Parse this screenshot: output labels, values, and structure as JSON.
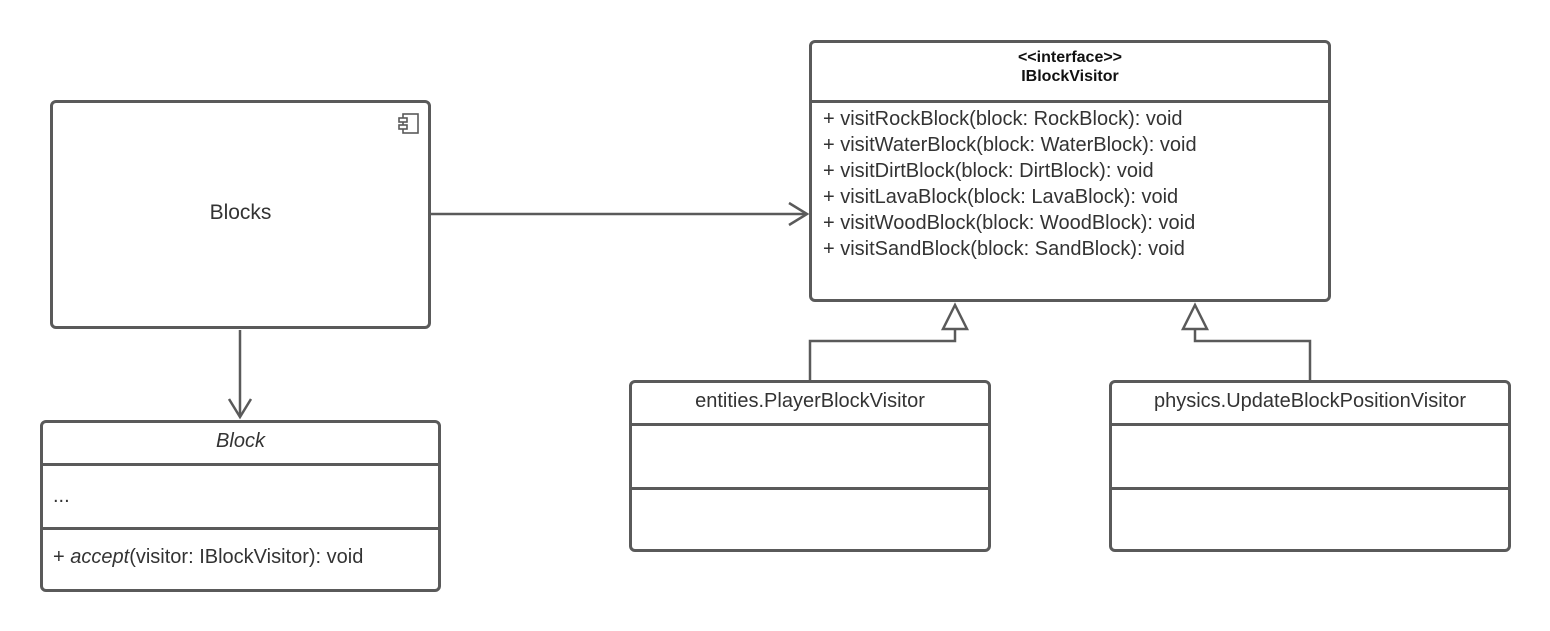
{
  "component": {
    "label": "Blocks",
    "icon": "component-icon"
  },
  "block_class": {
    "name": "Block",
    "attributes": "...",
    "method_prefix": "+ ",
    "method_name": "accept",
    "method_suffix": "(visitor: IBlockVisitor): void"
  },
  "interface": {
    "stereotype": "<<interface>>",
    "name": "IBlockVisitor",
    "methods": [
      "+ visitRockBlock(block: RockBlock): void",
      "+ visitWaterBlock(block: WaterBlock): void",
      "+ visitDirtBlock(block: DirtBlock): void",
      "+ visitLavaBlock(block: LavaBlock): void",
      "+ visitWoodBlock(block: WoodBlock): void",
      "+ visitSandBlock(block: SandBlock): void"
    ]
  },
  "implementations": [
    {
      "name": "entities.PlayerBlockVisitor"
    },
    {
      "name": "physics.UpdateBlockPositionVisitor"
    }
  ],
  "colors": {
    "stroke": "#5a5a5a",
    "text": "#333333",
    "background": "#ffffff"
  }
}
